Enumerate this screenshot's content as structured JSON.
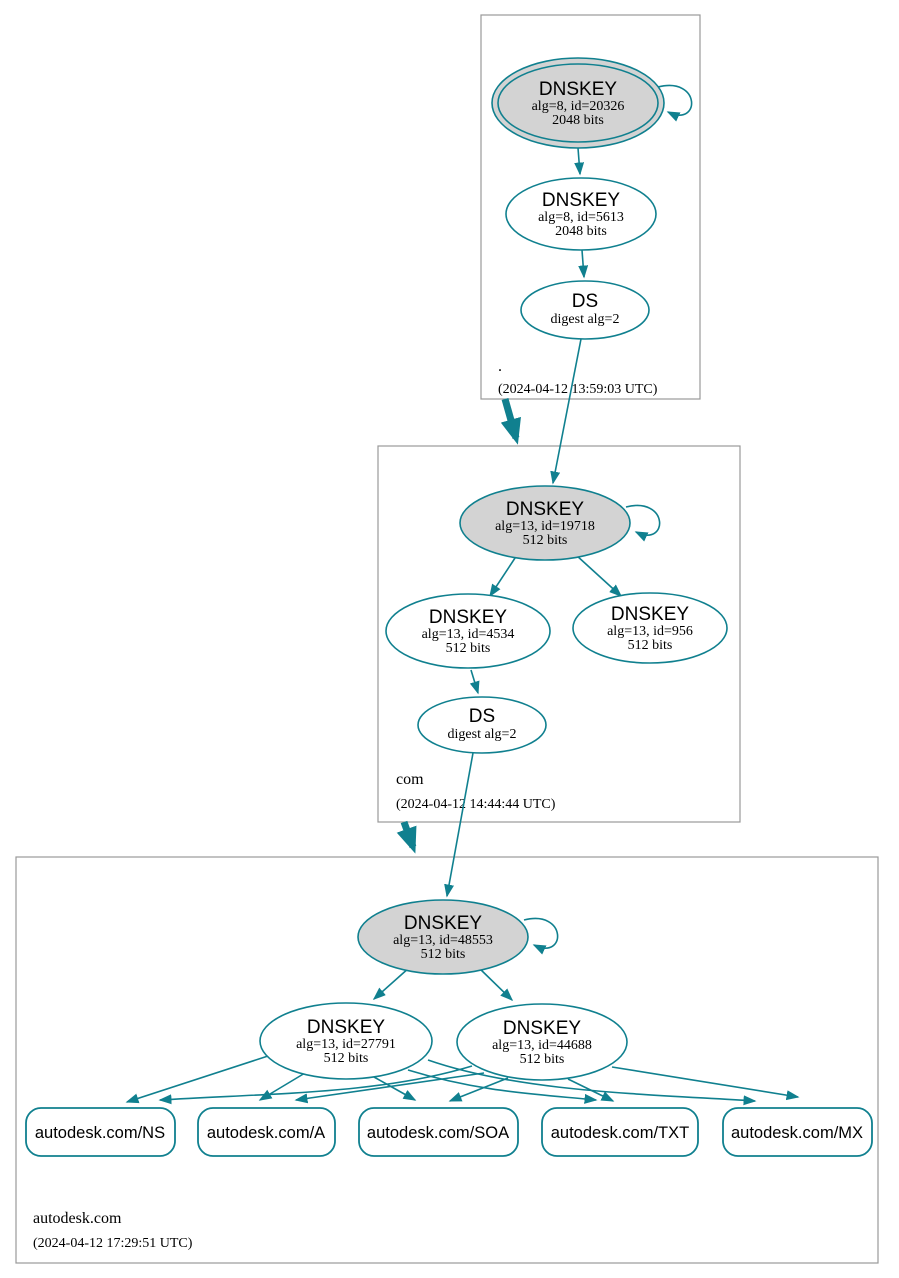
{
  "colors": {
    "edge_secure": "#10808f",
    "ksk_fill": "#d3d3d3",
    "node_fill": "#ffffff",
    "zone_border": "#999999",
    "text": "#000000"
  },
  "zones": {
    "root": {
      "label": ".",
      "timestamp": "(2024-04-12 13:59:03 UTC)",
      "ksk": {
        "title": "DNSKEY",
        "line1": "alg=8, id=20326",
        "line2": "2048 bits"
      },
      "zsk": {
        "title": "DNSKEY",
        "line1": "alg=8, id=5613",
        "line2": "2048 bits"
      },
      "ds": {
        "title": "DS",
        "line1": "digest alg=2"
      }
    },
    "com": {
      "label": "com",
      "timestamp": "(2024-04-12 14:44:44 UTC)",
      "ksk": {
        "title": "DNSKEY",
        "line1": "alg=13, id=19718",
        "line2": "512 bits"
      },
      "zsk1": {
        "title": "DNSKEY",
        "line1": "alg=13, id=4534",
        "line2": "512 bits"
      },
      "zsk2": {
        "title": "DNSKEY",
        "line1": "alg=13, id=956",
        "line2": "512 bits"
      },
      "ds": {
        "title": "DS",
        "line1": "digest alg=2"
      }
    },
    "autodesk": {
      "label": "autodesk.com",
      "timestamp": "(2024-04-12 17:29:51 UTC)",
      "ksk": {
        "title": "DNSKEY",
        "line1": "alg=13, id=48553",
        "line2": "512 bits"
      },
      "zsk1": {
        "title": "DNSKEY",
        "line1": "alg=13, id=27791",
        "line2": "512 bits"
      },
      "zsk2": {
        "title": "DNSKEY",
        "line1": "alg=13, id=44688",
        "line2": "512 bits"
      },
      "rrsets": [
        {
          "label": "autodesk.com/NS"
        },
        {
          "label": "autodesk.com/A"
        },
        {
          "label": "autodesk.com/SOA"
        },
        {
          "label": "autodesk.com/TXT"
        },
        {
          "label": "autodesk.com/MX"
        }
      ]
    }
  }
}
